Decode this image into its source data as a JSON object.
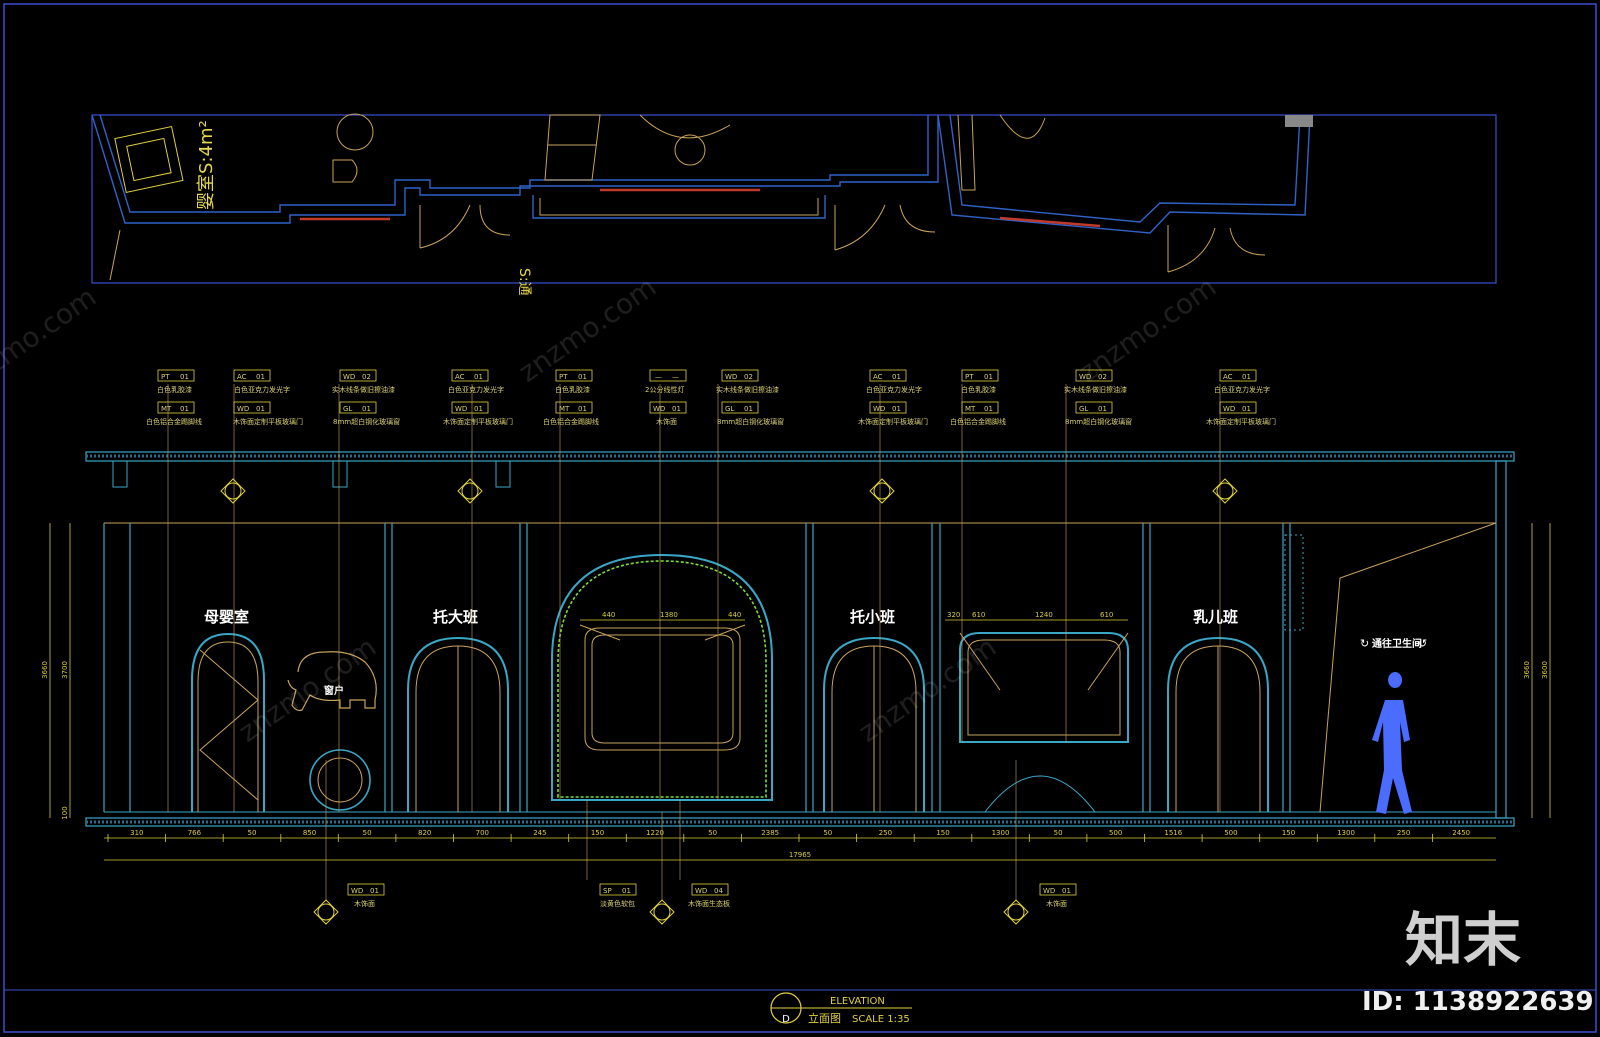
{
  "plan": {
    "room_label": "婴室S:4m²",
    "corridor_label": "S:通"
  },
  "elevation": {
    "rooms": [
      "母婴室",
      "托大班",
      "托小班",
      "乳儿班"
    ],
    "window_label": "窗户",
    "toilet_label": "通往卫生间",
    "overall_width": "17965"
  },
  "tags": [
    {
      "code": "PT",
      "num": "01",
      "text": "白色乳胶漆",
      "code2": "MT",
      "num2": "01",
      "text2": "白色铝合金踢脚线"
    },
    {
      "code": "AC",
      "num": "01",
      "text": "白色亚克力发光字",
      "code2": "WD",
      "num2": "01",
      "text2": "木饰面定制平板玻璃门"
    },
    {
      "code": "WD",
      "num": "02",
      "text": "实木线条做旧擦油漆",
      "code2": "GL",
      "num2": "01",
      "text2": "8mm超白钢化玻璃窗"
    },
    {
      "code": "AC",
      "num": "01",
      "text": "白色亚克力发光字",
      "code2": "WD",
      "num2": "01",
      "text2": "木饰面定制平板玻璃门"
    },
    {
      "code": "PT",
      "num": "01",
      "text": "白色乳胶漆",
      "code2": "MT",
      "num2": "01",
      "text2": "白色铝合金踢脚线"
    },
    {
      "code": "—",
      "num": "—",
      "text": "2公分线性灯",
      "code2": "WD",
      "num2": "01",
      "text2": "木饰面"
    },
    {
      "code": "WD",
      "num": "02",
      "text": "实木线条做旧擦油漆",
      "code2": "GL",
      "num2": "01",
      "text2": "8mm超白钢化玻璃窗"
    },
    {
      "code": "AC",
      "num": "01",
      "text": "白色亚克力发光字",
      "code2": "WD",
      "num2": "01",
      "text2": "木饰面定制平板玻璃门"
    },
    {
      "code": "PT",
      "num": "01",
      "text": "白色乳胶漆",
      "code2": "MT",
      "num2": "01",
      "text2": "白色铝合金踢脚线"
    },
    {
      "code": "WD",
      "num": "02",
      "text": "实木线条做旧擦油漆",
      "code2": "GL",
      "num2": "01",
      "text2": "8mm超白钢化玻璃窗"
    },
    {
      "code": "AC",
      "num": "01",
      "text": "白色亚克力发光字",
      "code2": "WD",
      "num2": "01",
      "text2": "木饰面定制平板玻璃门"
    }
  ],
  "bottom_tags": [
    {
      "code": "WD",
      "num": "01",
      "text": "木饰面"
    },
    {
      "code": "SP",
      "num": "01",
      "text": "淡黄色软包"
    },
    {
      "code": "WD",
      "num": "04",
      "text": "木饰面生态板"
    },
    {
      "code": "WD",
      "num": "01",
      "text": "木饰面"
    }
  ],
  "dims": {
    "bottom": [
      "310",
      "766",
      "50",
      "850",
      "50",
      "820",
      "700",
      "245",
      "150",
      "1220",
      "50",
      "2385",
      "50",
      "250",
      "150",
      "1300",
      "50",
      "500",
      "1516",
      "500",
      "150",
      "1300",
      "250",
      "2450"
    ],
    "top_arch": [
      "440",
      "1380",
      "440"
    ],
    "top_window": [
      "320",
      "610",
      "1240",
      "610"
    ],
    "left_heights": [
      "3660",
      "3700",
      "100"
    ],
    "right_heights": [
      "3660",
      "3600"
    ]
  },
  "title_block": {
    "marker": "D",
    "title_en": "ELEVATION",
    "title_cn": "立面图",
    "scale": "SCALE 1:35"
  },
  "watermark": {
    "brand": "知末",
    "id_text": "ID: 1138922639",
    "site": "znzmo.com"
  }
}
